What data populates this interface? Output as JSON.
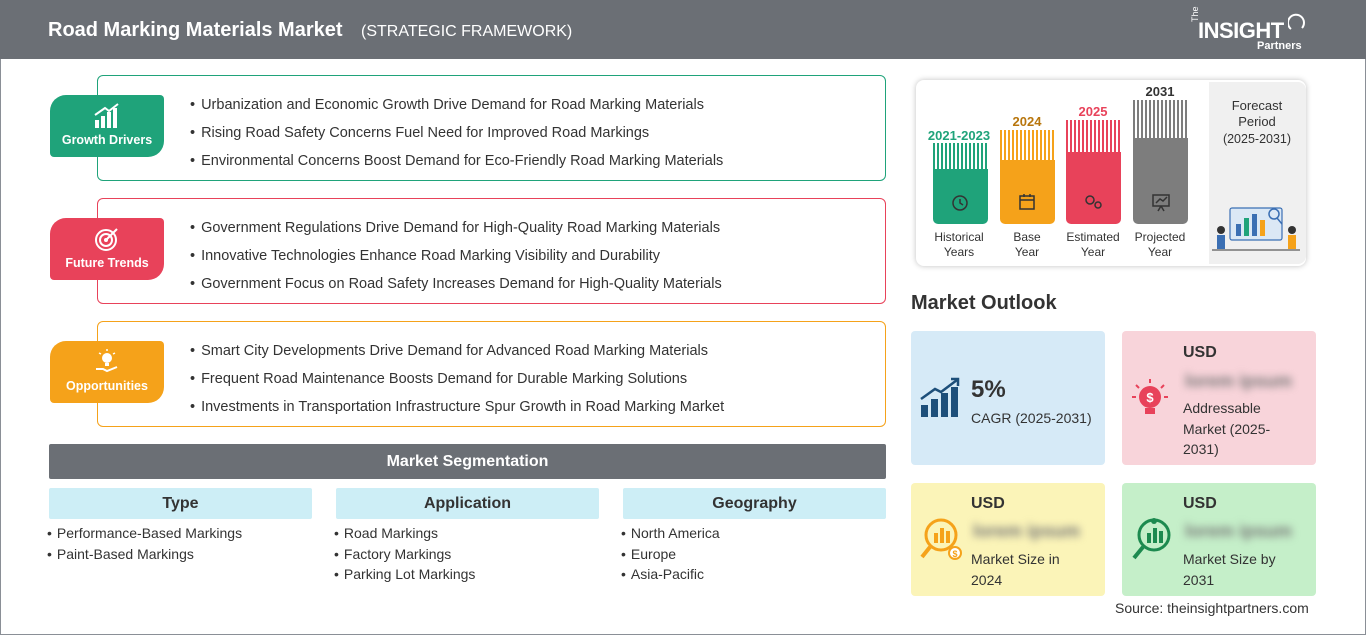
{
  "header": {
    "title": "Road Marking Materials Market",
    "subtitle": "(STRATEGIC FRAMEWORK)",
    "logo_text": "INSIGHT",
    "logo_the": "The",
    "logo_partners": "Partners"
  },
  "framework": [
    {
      "badge": "Growth Drivers",
      "color": "#1fa37a",
      "items": [
        "Urbanization and Economic Growth Drive Demand for Road Marking Materials",
        "Rising Road Safety Concerns Fuel Need for Improved Road Markings",
        "Environmental Concerns Boost Demand for Eco-Friendly Road Marking Materials"
      ]
    },
    {
      "badge": "Future Trends",
      "color": "#e8425a",
      "items": [
        "Government Regulations Drive Demand for High-Quality Road Marking Materials",
        "Innovative Technologies Enhance Road Marking Visibility and Durability",
        "Government Focus on Road Safety Increases Demand for High-Quality Materials"
      ]
    },
    {
      "badge": "Opportunities",
      "color": "#f5a21a",
      "items": [
        "Smart City Developments Drive Demand for Advanced Road Marking Materials",
        "Frequent Road Maintenance Boosts Demand for Durable Marking Solutions",
        "Investments in Transportation Infrastructure Spur Growth in Road Marking Market"
      ]
    }
  ],
  "segmentation": {
    "title": "Market Segmentation",
    "columns": [
      {
        "head": "Type",
        "items": [
          "Performance-Based Markings",
          "Paint-Based Markings"
        ]
      },
      {
        "head": "Application",
        "items": [
          "Road Markings",
          "Factory Markings",
          "Parking Lot Markings"
        ]
      },
      {
        "head": "Geography",
        "items": [
          "North America",
          "Europe",
          "Asia-Pacific"
        ]
      }
    ]
  },
  "timeline": {
    "periods": [
      {
        "year": "2021-2023",
        "caption_1": "Historical",
        "caption_2": "Years",
        "color": "#1fa37a"
      },
      {
        "year": "2024",
        "caption_1": "Base",
        "caption_2": "Year",
        "color": "#f5a21a"
      },
      {
        "year": "2025",
        "caption_1": "Estimated",
        "caption_2": "Year",
        "color": "#e8425a"
      },
      {
        "year": "2031",
        "caption_1": "Projected",
        "caption_2": "Year",
        "color": "#7d7d7d"
      }
    ],
    "forecast_label_1": "Forecast",
    "forecast_label_2": "Period",
    "forecast_range": "(2025-2031)"
  },
  "outlook": {
    "title": "Market Outlook",
    "cagr_value": "5%",
    "cagr_label": "CAGR (2025-2031)",
    "addressable_usd": "USD",
    "addressable_value": "lorem ipsum",
    "addressable_desc_1": "Addressable",
    "addressable_desc_2": "Market (2025-",
    "addressable_desc_3": "2031)",
    "size2024_usd": "USD",
    "size2024_value": "lorem ipsum",
    "size2024_desc_1": "Market Size in",
    "size2024_desc_2": "2024",
    "size2031_usd": "USD",
    "size2031_value": "lorem ipsum",
    "size2031_desc_1": "Market Size by",
    "size2031_desc_2": "2031"
  },
  "source": "Source: theinsightpartners.com"
}
